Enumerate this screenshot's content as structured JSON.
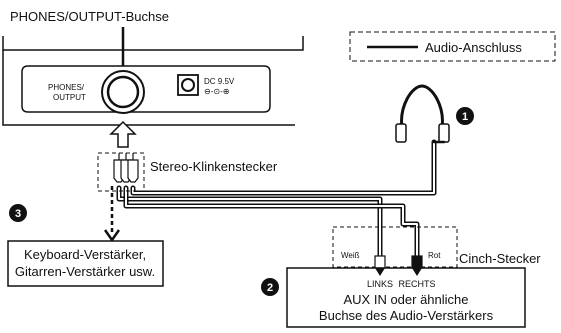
{
  "labels": {
    "jack_title": "PHONES/OUTPUT-Buchse",
    "panel_phones_line1": "PHONES/",
    "panel_phones_line2": "OUTPUT",
    "panel_dc_line1": "DC 9.5V",
    "panel_dc_polarity": "⊖-⊙-⊕",
    "legend": "Audio-Anschluss",
    "stereo_plug": "Stereo-Klinkenstecker",
    "cinch_plug": "Cinch-Stecker",
    "weiss": "Weiß",
    "rot": "Rot",
    "links": "LINKS",
    "rechts": "RECHTS",
    "keyboard_box_line1": "Keyboard-Verstärker,",
    "keyboard_box_line2": "Gitarren-Verstärker usw.",
    "aux_box_line1": "AUX IN oder ähnliche",
    "aux_box_line2": "Buchse des Audio-Verstärkers"
  },
  "badges": {
    "one": "❶",
    "two": "❷",
    "three": "❸"
  },
  "colors": {
    "line": "#111111",
    "cable_fill": "#ffffff",
    "badge": "#111111"
  }
}
